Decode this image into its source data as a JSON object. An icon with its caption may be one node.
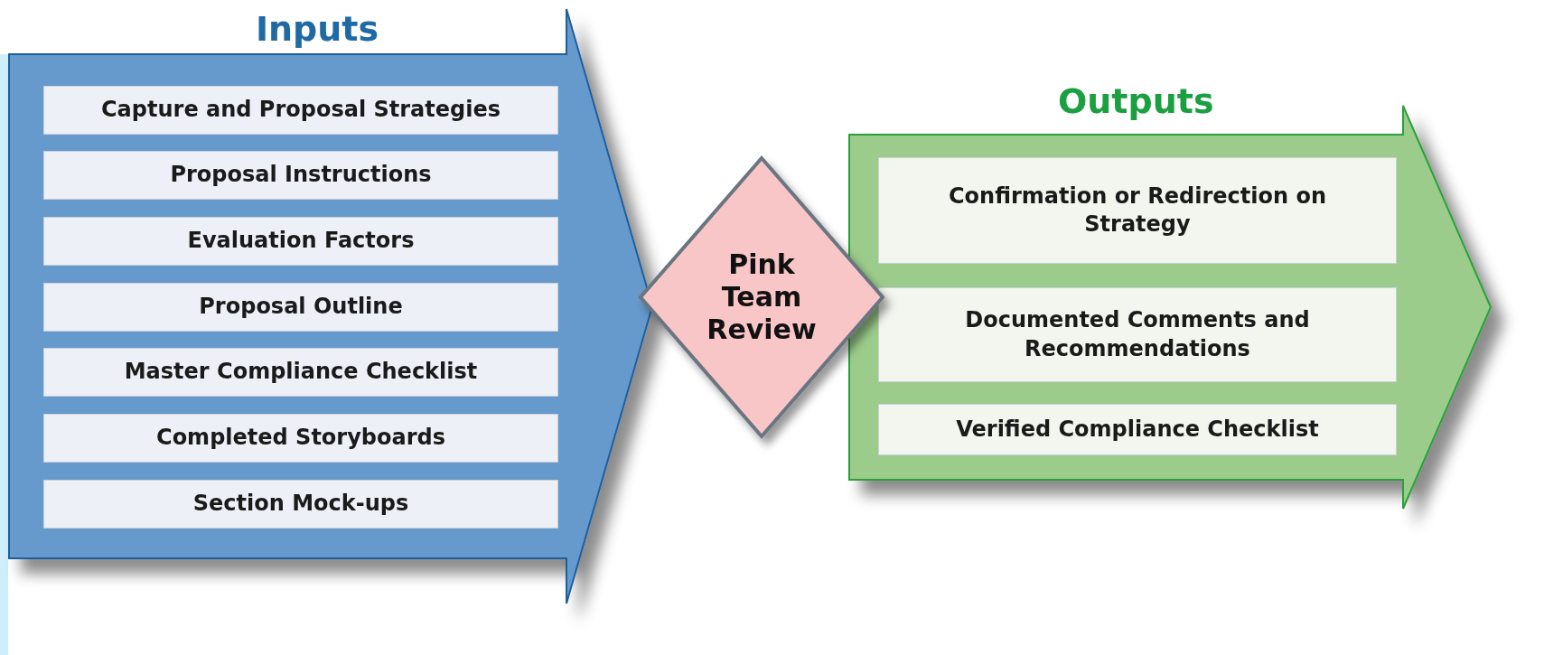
{
  "diagram": {
    "nodes": [
      {
        "text": [
          "Inputs"
        ]
      },
      {
        "text": [
          "Capture and Proposal Strategies"
        ],
        "in": 0
      },
      {
        "text": [
          "Proposal Instructions"
        ],
        "in": 0
      },
      {
        "text": [
          "Evaluation Factors"
        ],
        "in": 0
      },
      {
        "text": [
          "Proposal Outline"
        ],
        "in": 0
      },
      {
        "text": [
          "Master Compliance Checklist"
        ],
        "in": 0
      },
      {
        "text": [
          "Completed Storyboards"
        ],
        "in": 0
      },
      {
        "text": [
          "Section Mock-ups"
        ],
        "in": 0
      },
      {
        "text": [
          "Pink Team Review"
        ]
      },
      {
        "text": [
          "Outputs"
        ]
      },
      {
        "text": [
          "Confirmation or Redirection on Strategy"
        ],
        "in": 9
      },
      {
        "text": [
          "Documented Comments and Recommendations"
        ],
        "in": 9
      },
      {
        "text": [
          "Verified Compliance Checklist"
        ],
        "in": 9
      }
    ]
  }
}
